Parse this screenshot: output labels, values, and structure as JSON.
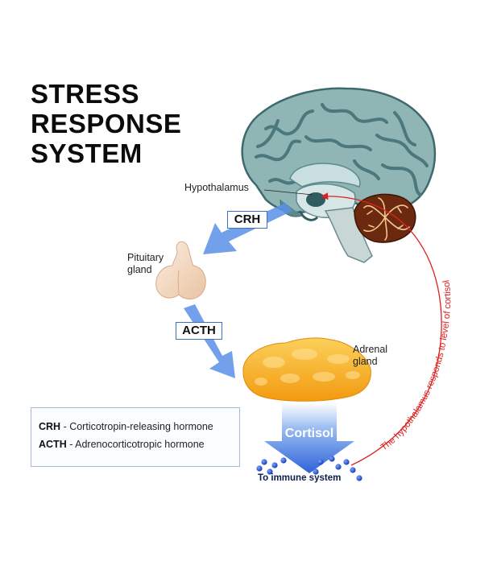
{
  "title": {
    "line1": "STRESS",
    "line2": "RESPONSE",
    "line3": "SYSTEM"
  },
  "labels": {
    "hypothalamus": "Hypothalamus",
    "pituitary_line1": "Pituitary",
    "pituitary_line2": "gland",
    "adrenal_line1": "Adrenal",
    "adrenal_line2": "gland"
  },
  "hormones": {
    "crh": "CRH",
    "acth": "ACTH",
    "cortisol": "Cortisol"
  },
  "legend": [
    {
      "abbr": "CRH",
      "sep": " - ",
      "desc": "Corticotropin-releasing hormone"
    },
    {
      "abbr": "ACTH",
      "sep": " - ",
      "desc": "Adrenocorticotropic hormone"
    }
  ],
  "immune_label": "To immune system",
  "feedback_label": "The hypothalamus responds to level of cortisol",
  "colors": {
    "brain": "#8fb5b5",
    "brain_dark": "#4f7c80",
    "cerebellum": "#6b2a0f",
    "flow_arrow": "#5b8fe6",
    "feedback": "#e0211f",
    "adrenal": "#f5b01e",
    "pituitary": "#f3ddc7",
    "molecule": "#1f4fd6"
  },
  "icons": [
    "brain-icon",
    "cerebellum-icon",
    "pituitary-gland-icon",
    "adrenal-gland-icon",
    "cortisol-molecule-icon"
  ]
}
